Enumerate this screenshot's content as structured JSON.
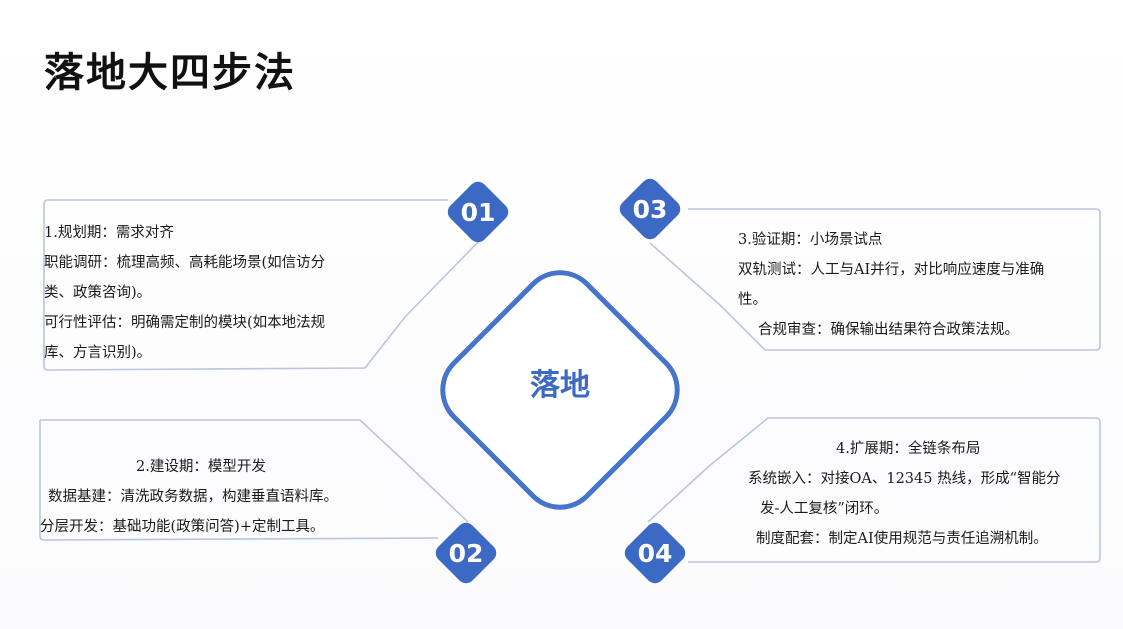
{
  "title": "落地大四步法",
  "center_label": "落地",
  "steps": [
    {
      "badge": "01",
      "lines": [
        "1.规划期：需求对齐",
        "职能调研：梳理高频、高耗能场景(如信访分",
        "类、政策咨询)。",
        "可行性评估：明确需定制的模块(如本地法规",
        "库、方言识别)。"
      ]
    },
    {
      "badge": "02",
      "lines": [
        "2.建设期：模型开发",
        "数据基建：清洗政务数据，构建垂直语料库。",
        "分层开发：基础功能(政策问答)+定制工具。"
      ]
    },
    {
      "badge": "03",
      "lines": [
        "3.验证期：小场景试点",
        "双轨测试：人工与AI并行，对比响应速度与准确",
        "性。",
        "合规审查：确保输出结果符合政策法规。"
      ]
    },
    {
      "badge": "04",
      "lines": [
        "4.扩展期：全链条布局",
        "系统嵌入：对接OA、12345  热线，形成“智能分",
        "发-人工复核”闭环。",
        "制度配套：制定AI使用规范与责任追溯机制。"
      ]
    }
  ],
  "colors": {
    "badge": "#3b69c4",
    "line": "#b9c6de",
    "center_stroke": "#4674cc"
  }
}
